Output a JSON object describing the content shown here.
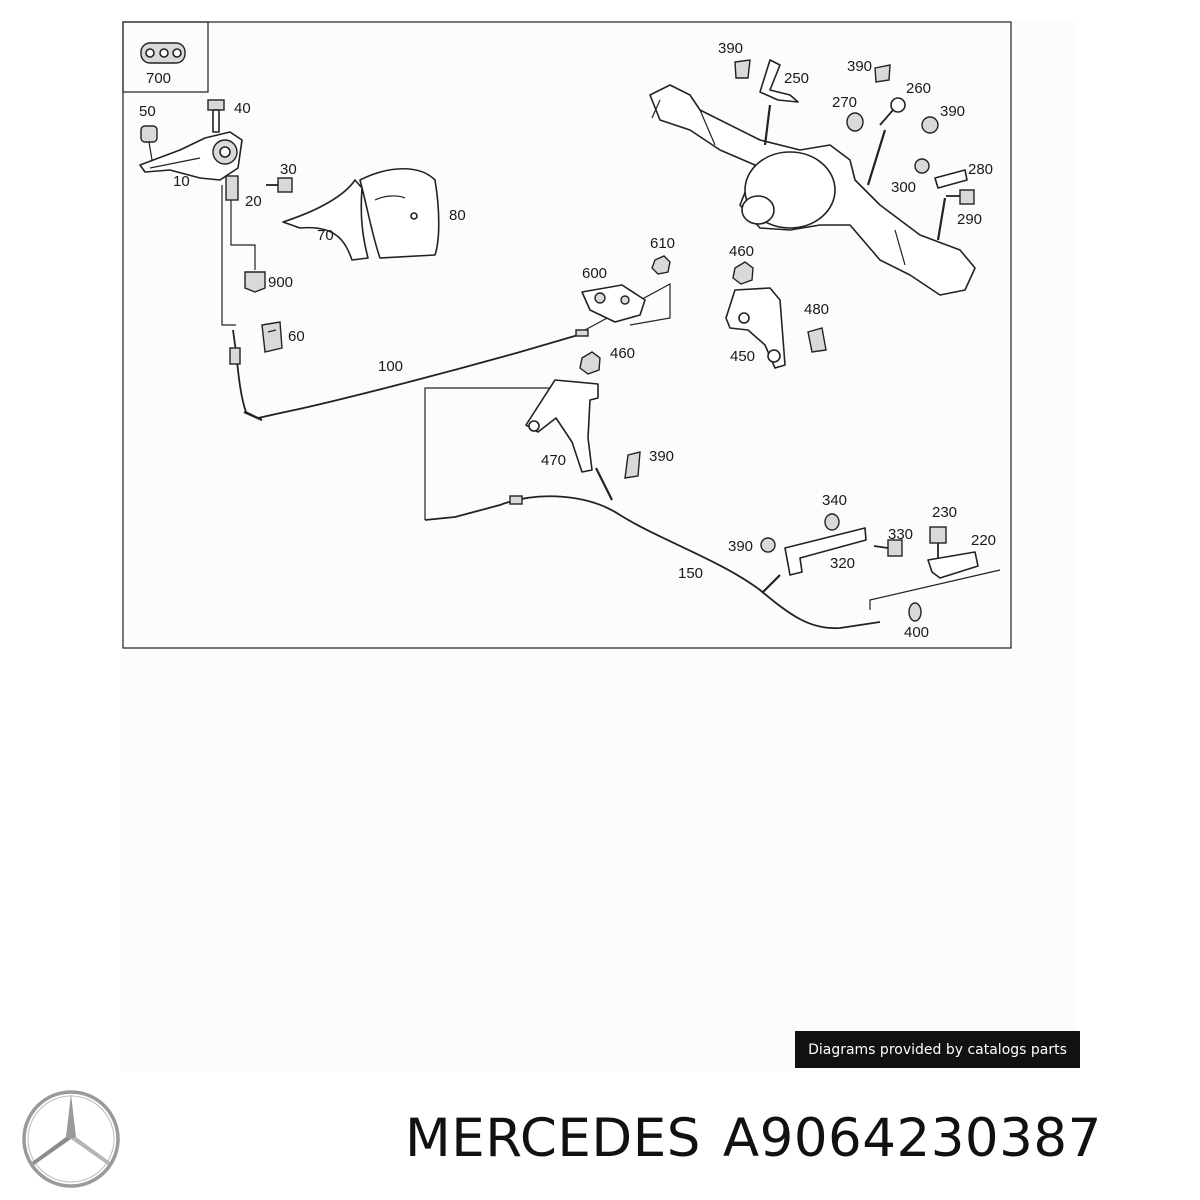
{
  "diagram": {
    "callouts": [
      "700",
      "50",
      "40",
      "10",
      "30",
      "20",
      "70",
      "80",
      "900",
      "60",
      "100",
      "610",
      "600",
      "460",
      "470",
      "390",
      "150",
      "390",
      "340",
      "230",
      "220",
      "330",
      "320",
      "400",
      "390",
      "250",
      "390",
      "260",
      "270",
      "390",
      "280",
      "300",
      "290",
      "460",
      "480",
      "450"
    ]
  },
  "credit": {
    "text": "Diagrams provided by catalogs parts"
  },
  "brand": {
    "maker": "MERCEDES",
    "part_number": "A9064230387",
    "logo": "mercedes-star-icon"
  },
  "colors": {
    "ink": "#222222",
    "credit_bg": "#111111",
    "logo_gray": "#9a9a9a"
  }
}
